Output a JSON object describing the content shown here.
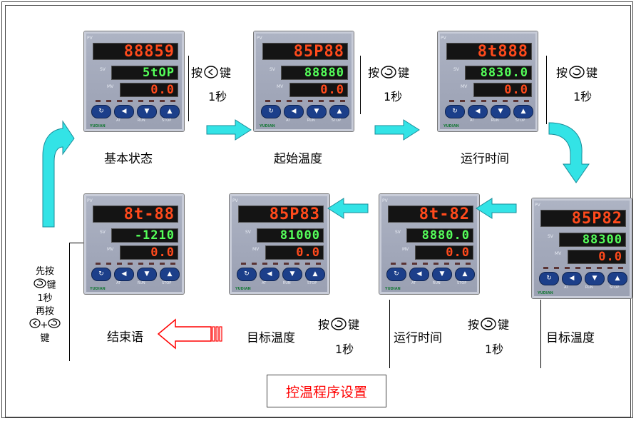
{
  "controller_labels": {
    "pv": "PV",
    "sv": "SV",
    "mv": "MV",
    "at": "AT",
    "run": "RUN",
    "stop": "STOP",
    "brand": "YUDIAN"
  },
  "panels": [
    {
      "row1": "88859",
      "row2": "5tOP",
      "row3": "0.0"
    },
    {
      "row1": "85P88",
      "row2": "88880",
      "row3": "0.0"
    },
    {
      "row1": "8t888",
      "row2": "8830.0",
      "row3": "0.0"
    },
    {
      "row1": "8t-88",
      "row2": "-1210",
      "row3": "0.0"
    },
    {
      "row1": "85P83",
      "row2": "81000",
      "row3": "0.0"
    },
    {
      "row1": "8t-82",
      "row2": "8880.0",
      "row3": "0.0"
    },
    {
      "row1": "85P82",
      "row2": "88300",
      "row3": "0.0"
    }
  ],
  "stage_labels": {
    "basic": "基本状态",
    "start_temp": "起始温度",
    "run_time_1": "运行时间",
    "target_temp_1": "目标温度",
    "run_time_2": "运行时间",
    "target_temp_2": "目标温度",
    "end": "结束语"
  },
  "key_hints": {
    "press": "按",
    "key": "键",
    "one_sec": "1秒",
    "plus": "+"
  },
  "side_note": {
    "first_press": "先按",
    "key": "键",
    "one_sec": "1秒",
    "then_press": "再按",
    "key2": "键"
  },
  "title": "控温程序设置",
  "colors": {
    "arrow_fill": "#33e3e6",
    "title_text": "#ff0000",
    "end_arrow": "#ff0000",
    "led_red": "#ff4a1c",
    "led_green": "#55ff5a",
    "button": "#1c3f8a"
  }
}
